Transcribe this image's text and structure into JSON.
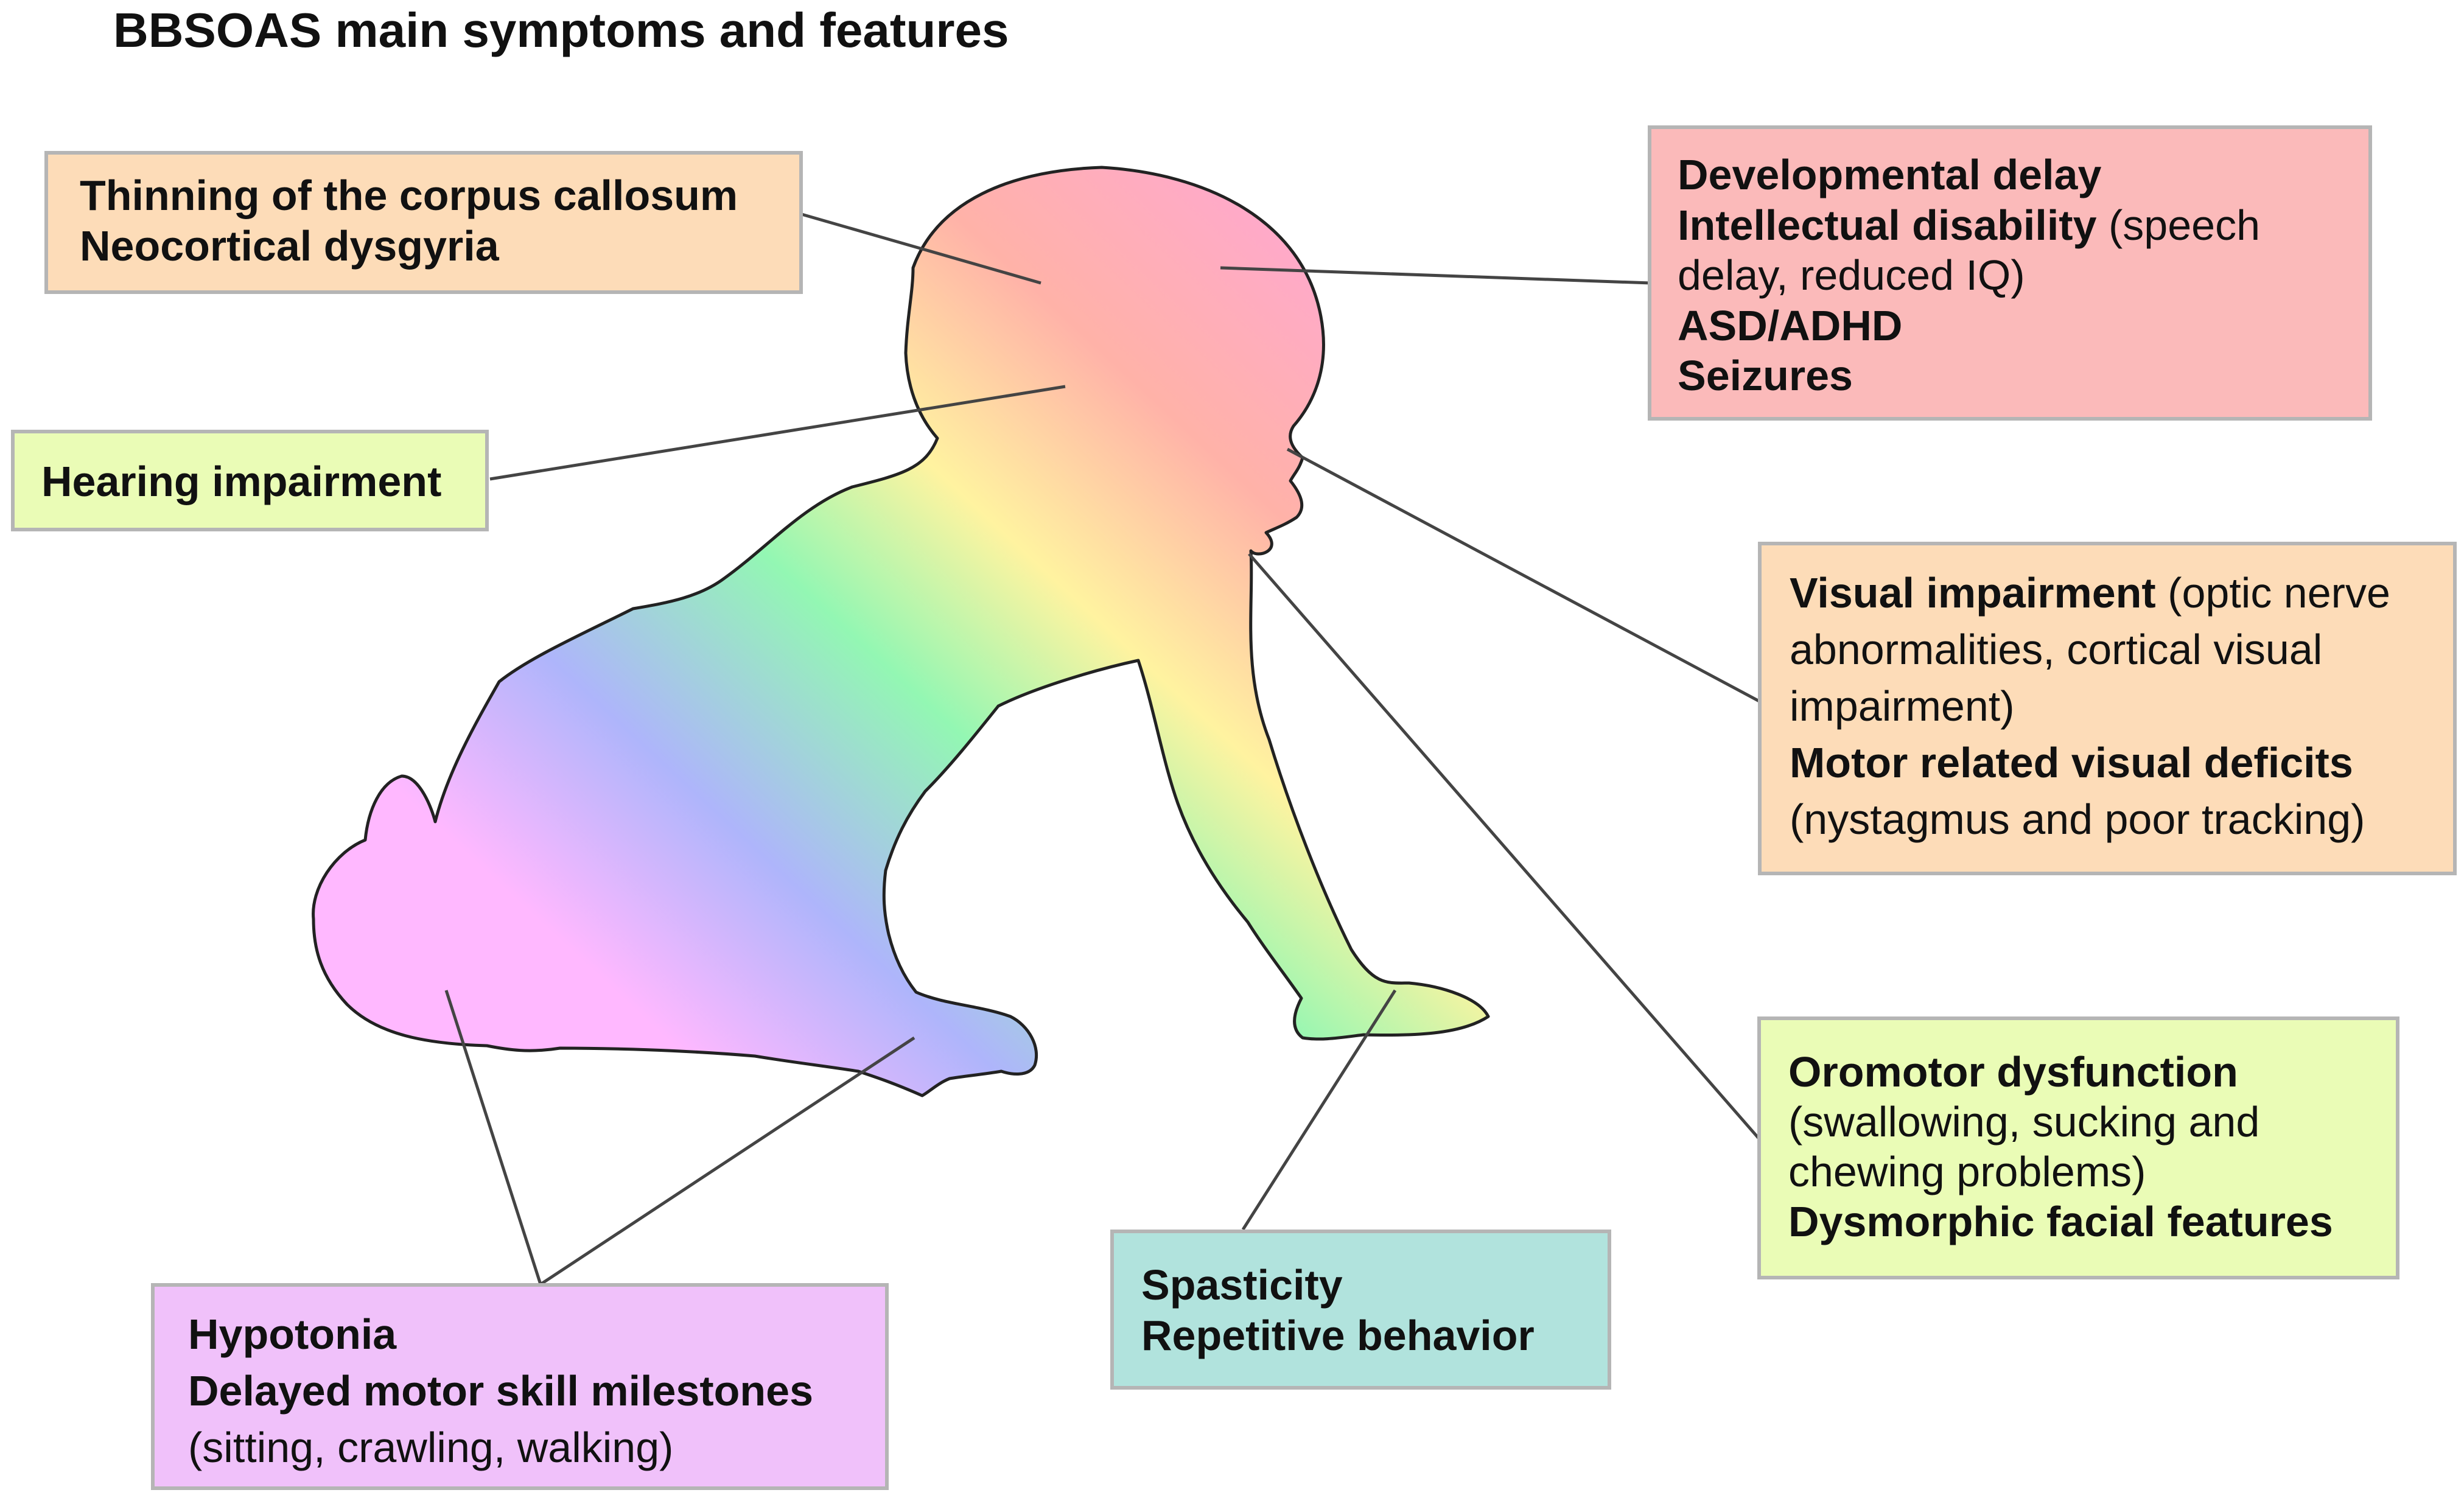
{
  "title": "BBSOAS main symptoms and features",
  "colors": {
    "box_peach": "#fddcb8",
    "box_pink": "#fbbaba",
    "box_lime": "#eafcb6",
    "box_teal": "#b1e3dd",
    "box_violet": "#f0c1fa",
    "box_border": "#b5b5b5",
    "connector": "#444444",
    "silhouette_outline": "#222222",
    "gradient": [
      "#ffaac8",
      "#ffb2a8",
      "#fff3a0",
      "#93f7b3",
      "#aeb5fb",
      "#ffb8ff"
    ]
  },
  "silhouette": {
    "name": "crawling-baby"
  },
  "boxes": {
    "corpus": {
      "line1": "Thinning of the corpus callosum",
      "line2": "Neocortical dysgyria"
    },
    "hearing": {
      "line1": "Hearing impairment"
    },
    "developmental": {
      "line1": "Developmental delay",
      "line2_bold": "Intellectual disability",
      "line2_rest": " (speech",
      "line3": "delay, reduced IQ)",
      "line4": "ASD/ADHD",
      "line5": "Seizures"
    },
    "visual": {
      "line1_bold": "Visual impairment",
      "line1_rest": " (optic nerve",
      "line2": "abnormalities, cortical visual",
      "line3": "impairment)",
      "line4": "Motor related visual deficits",
      "line5": "(nystagmus and poor tracking)"
    },
    "oromotor": {
      "line1": "Oromotor dysfunction",
      "line2": "(swallowing, sucking and",
      "line3": "chewing problems)",
      "line4": "Dysmorphic facial features"
    },
    "spasticity": {
      "line1": "Spasticity",
      "line2": "Repetitive behavior"
    },
    "hypotonia": {
      "line1": "Hypotonia",
      "line2": "Delayed motor skill milestones",
      "line3": "(sitting, crawling, walking)"
    }
  }
}
